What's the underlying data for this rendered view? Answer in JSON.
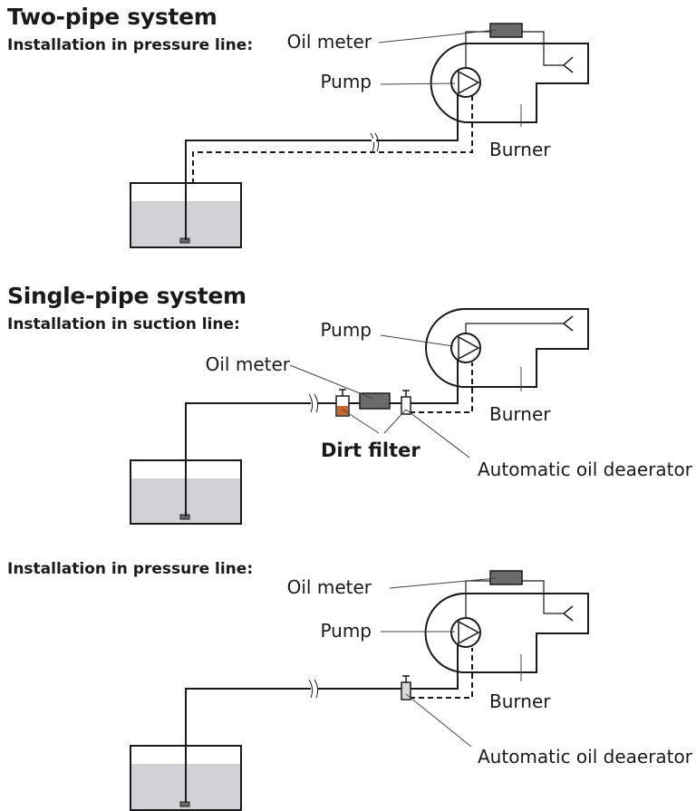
{
  "sections": [
    {
      "title": "Two-pipe system",
      "subtitle": "Installation in pressure line:"
    },
    {
      "title": "Single-pipe system",
      "subtitle": "Installation in suction line:"
    },
    {
      "title": "",
      "subtitle": "Installation in pressure line:"
    }
  ],
  "labels": {
    "oil_meter": "Oil meter",
    "pump": "Pump",
    "burner": "Burner",
    "dirt_filter": "Dirt filter",
    "deaerator": "Automatic oil deaerator"
  },
  "colors": {
    "line": "#1a1a1a",
    "tank_oil": "#d2d2d6",
    "oil_meter_body": "#6b6b6b",
    "dirt_filter_oil": "#c9662a",
    "leader": "#444444"
  }
}
